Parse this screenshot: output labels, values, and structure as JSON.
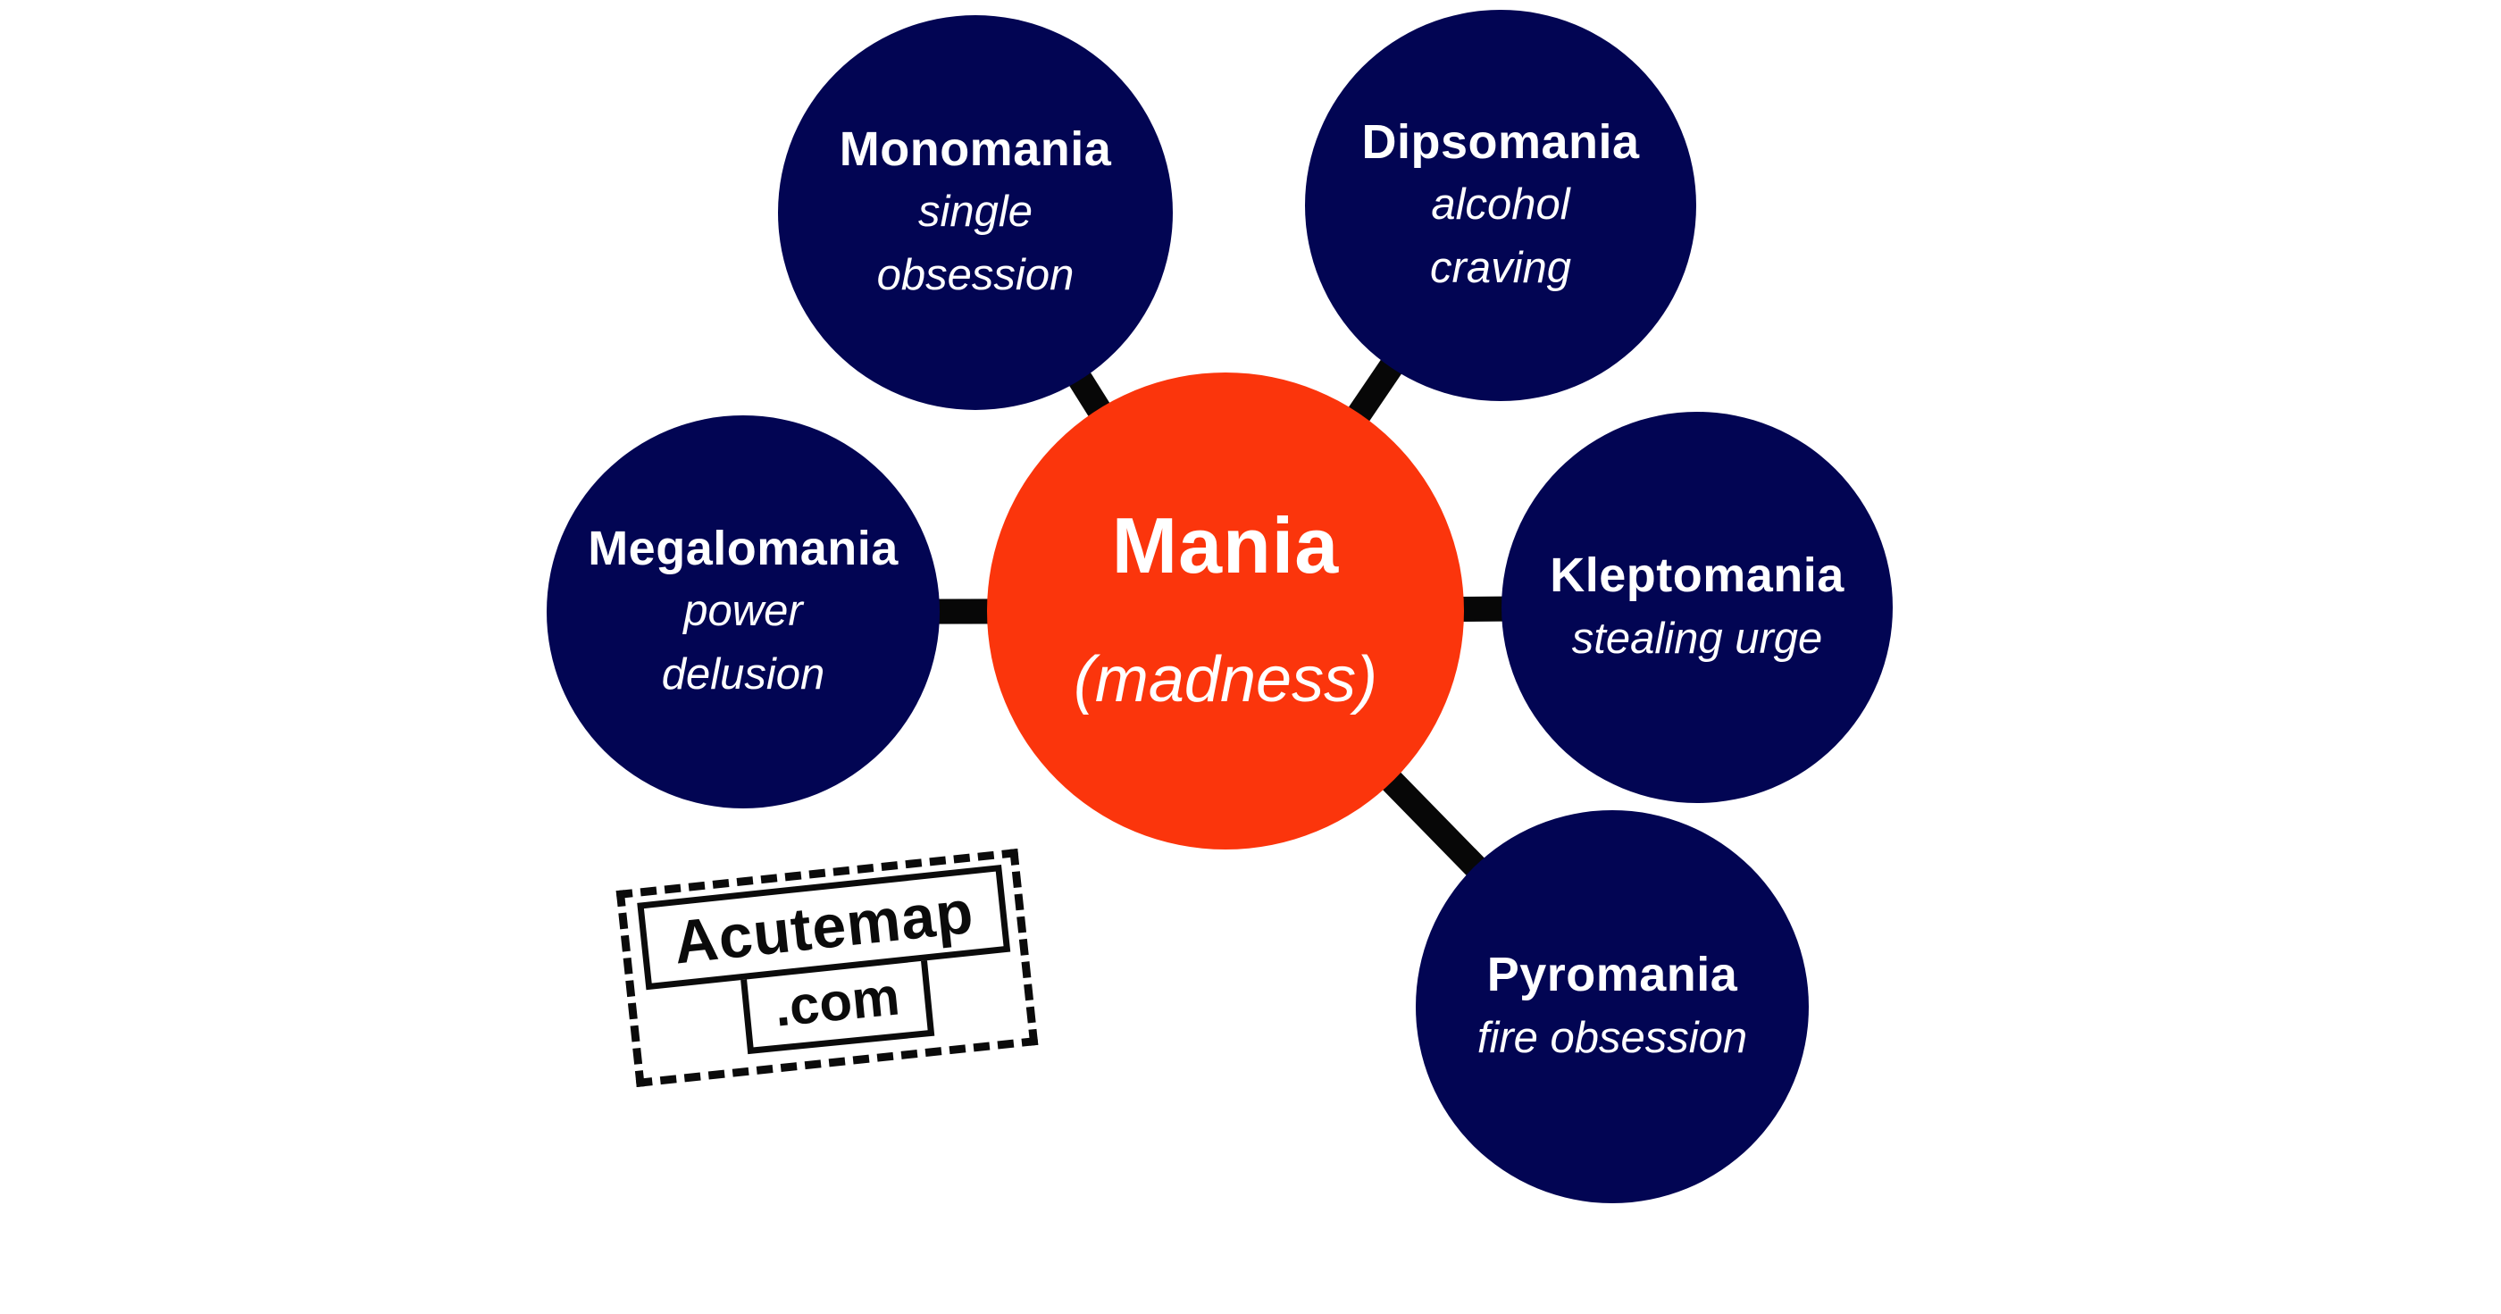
{
  "diagram": {
    "type": "mind-map",
    "center": {
      "title": "Mania",
      "subtitle": "(madness)"
    },
    "nodes": [
      {
        "id": "monomania",
        "title": "Monomania",
        "subtitle_lines": [
          "single",
          "obsession"
        ]
      },
      {
        "id": "dipsomania",
        "title": "Dipsomania",
        "subtitle_lines": [
          "alcohol",
          "craving"
        ]
      },
      {
        "id": "megalomania",
        "title": "Megalomania",
        "subtitle_lines": [
          "power",
          "delusion"
        ]
      },
      {
        "id": "kleptomania",
        "title": "Kleptomania",
        "subtitle_lines": [
          "stealing urge"
        ]
      },
      {
        "id": "pyromania",
        "title": "Pyromania",
        "subtitle_lines": [
          "fire obsession"
        ]
      }
    ],
    "colors": {
      "center_fill": "#FB350C",
      "node_fill": "#020553",
      "connector": "#070707",
      "text": "#FFFFFF",
      "background": "#FFFFFF",
      "stamp_ink": "#0B0B0B"
    }
  },
  "watermark": {
    "line1": "Acutemap",
    "line2": ".com"
  }
}
